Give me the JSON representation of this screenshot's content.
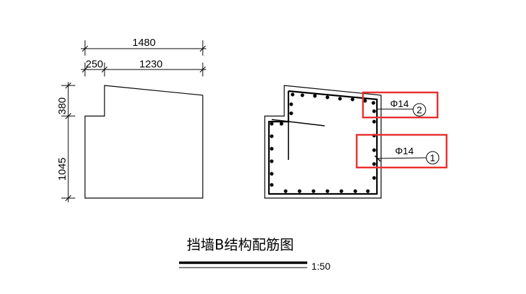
{
  "dimensions": {
    "total_width": "1480",
    "left_width": "250",
    "right_width": "1230",
    "upper_height": "380",
    "lower_height": "1045"
  },
  "rebar": {
    "top_label": "Φ14",
    "top_number": "2",
    "middle_label": "Φ14",
    "middle_number": "1"
  },
  "title": {
    "text": "挡墙B结构配筋图",
    "scale": "1:50"
  },
  "colors": {
    "line": "#000000",
    "highlight": "#e8302f"
  }
}
